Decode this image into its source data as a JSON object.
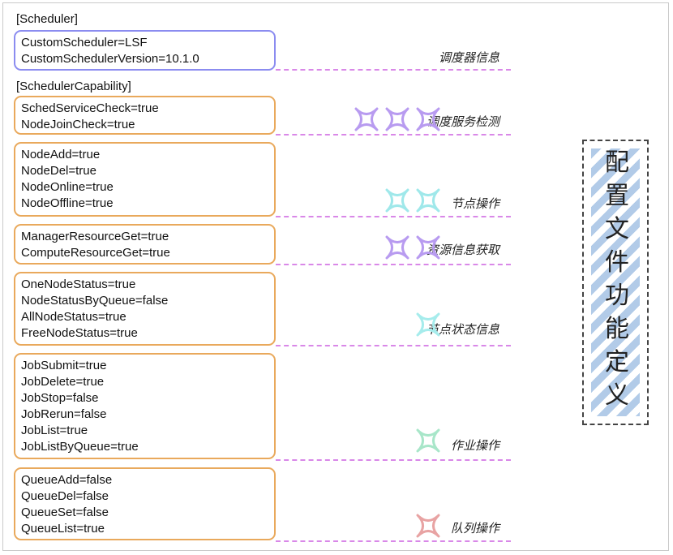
{
  "sections": [
    {
      "header": "[Scheduler]",
      "lines": [
        "CustomScheduler=LSF",
        "CustomSchedulerVersion=10.1.0"
      ],
      "label": "调度器信息",
      "stars": 0,
      "star_color": ""
    },
    {
      "header": "[SchedulerCapability]",
      "lines": [
        "SchedServiceCheck=true",
        "NodeJoinCheck=true"
      ],
      "label": "调度服务检测",
      "stars": 3,
      "star_color": "#b89bf0"
    },
    {
      "header": "",
      "lines": [
        "NodeAdd=true",
        "NodeDel=true",
        "NodeOnline=true",
        "NodeOffline=true"
      ],
      "label": "节点操作",
      "stars": 2,
      "star_color": "#9fe8ea"
    },
    {
      "header": "",
      "lines": [
        "ManagerResourceGet=true",
        "ComputeResourceGet=true"
      ],
      "label": "资源信息获取",
      "stars": 2,
      "star_color": "#b89bf0"
    },
    {
      "header": "",
      "lines": [
        "OneNodeStatus=true",
        "NodeStatusByQueue=false",
        "AllNodeStatus=true",
        "FreeNodeStatus=true"
      ],
      "label": "节点状态信息",
      "stars": 1,
      "star_color": "#a6ecec"
    },
    {
      "header": "",
      "lines": [
        "JobSubmit=true",
        "JobDelete=true",
        "JobStop=false",
        "JobRerun=false",
        "JobList=true",
        "JobListByQueue=true"
      ],
      "label": "作业操作",
      "stars": 1,
      "star_color": "#a8e6c9"
    },
    {
      "header": "",
      "lines": [
        "QueueAdd=false",
        "QueueDel=false",
        "QueueSet=false",
        "QueueList=true"
      ],
      "label": "队列操作",
      "stars": 1,
      "star_color": "#e8a3a3"
    }
  ],
  "vertical_title": "配置文件功能定义",
  "colors": {
    "box_blue": "#8b8cf0",
    "box_orange": "#e9a95c",
    "dash_line": "#d988e8",
    "stripe": "#b2cbe8"
  }
}
